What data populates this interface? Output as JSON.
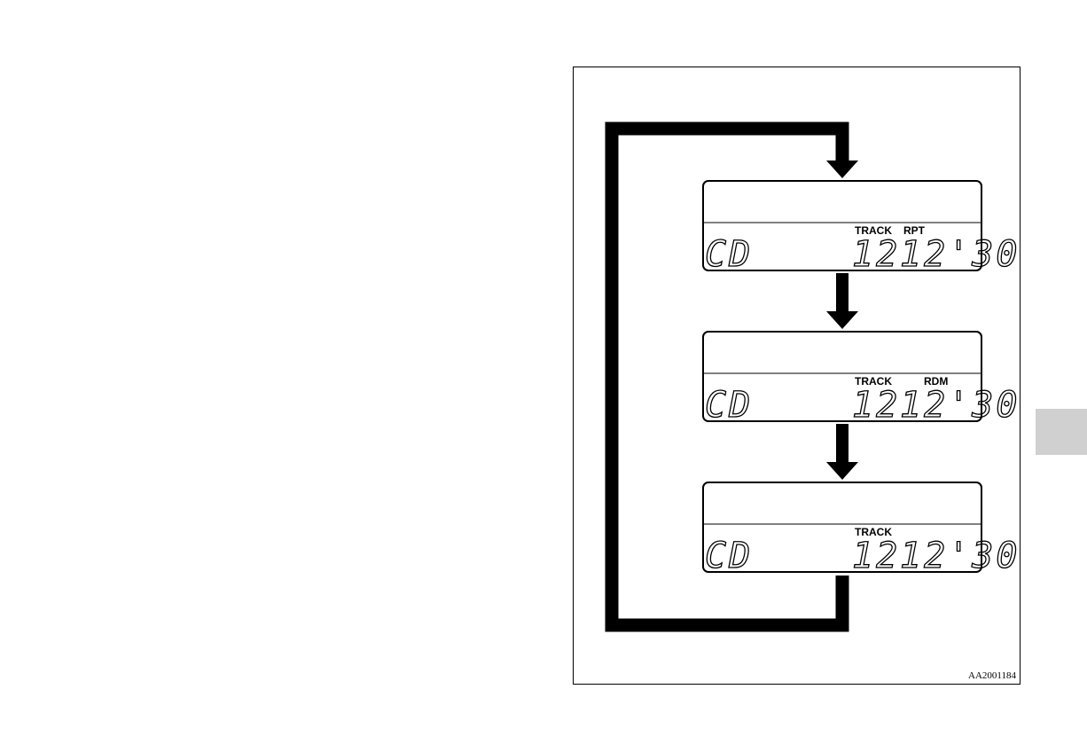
{
  "figure": {
    "code": "AA2001184"
  },
  "displays": [
    {
      "source": "CD",
      "track_label": "TRACK",
      "mode_label": "RPT",
      "track_number": "12",
      "time": "12'30"
    },
    {
      "source": "CD",
      "track_label": "TRACK",
      "mode_label": "RDM",
      "track_number": "12",
      "time": "12'30"
    },
    {
      "source": "CD",
      "track_label": "TRACK",
      "mode_label": "",
      "track_number": "12",
      "time": "12'30"
    }
  ],
  "colors": {
    "line": "#000000",
    "side_tab": "#d0d0d0"
  }
}
